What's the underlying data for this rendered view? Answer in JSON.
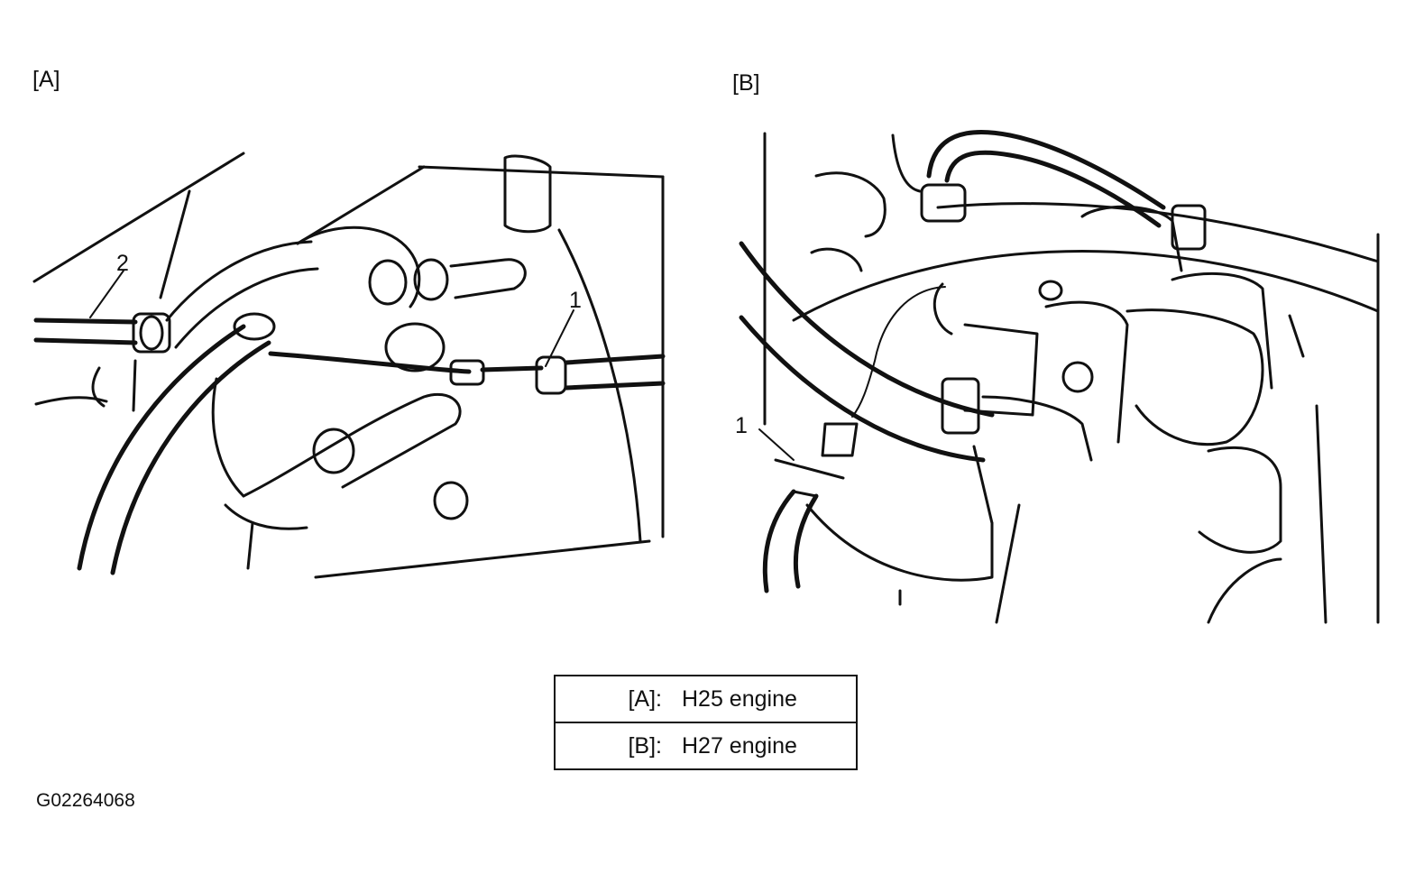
{
  "panels": {
    "a": {
      "label": "[A]",
      "callouts": [
        "1",
        "2"
      ]
    },
    "b": {
      "label": "[B]",
      "callouts": [
        "1"
      ]
    }
  },
  "legend": [
    {
      "key": "[A]:",
      "value": "H25 engine"
    },
    {
      "key": "[B]:",
      "value": "H27 engine"
    }
  ],
  "figure_id": "G02264068"
}
